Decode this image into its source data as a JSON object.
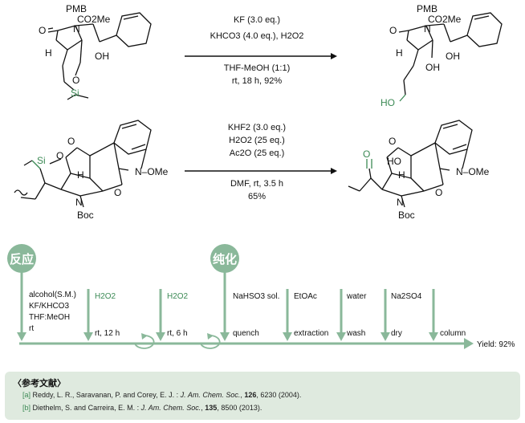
{
  "reaction1": {
    "conditions": [
      "KF (3.0 eq.)",
      "KHCO3 (4.0 eq.), H2O2",
      "THF-MeOH (1:1)",
      "rt, 18 h, 92%"
    ],
    "sm_labels": {
      "pmb": "PMB",
      "ester": "CO2Me",
      "h": "H",
      "oh": "OH",
      "si": "Si",
      "o": "O"
    },
    "product_labels": {
      "pmb": "PMB",
      "ester": "CO2Me",
      "h": "H",
      "oh": "OH",
      "oh2": "OH",
      "ho": "HO"
    }
  },
  "reaction2": {
    "conditions": [
      "KHF2 (3.0 eq.)",
      "H2O2 (25 eq.)",
      "Ac2O (25 eq.)",
      "DMF, rt, 3.5 h",
      "65%"
    ],
    "sm_labels": {
      "si": "Si",
      "o": "O",
      "h": "H",
      "n": "N",
      "boc": "Boc",
      "nome": "N–OMe"
    },
    "product_labels": {
      "oh": "HO",
      "o": "O",
      "h": "H",
      "n": "N",
      "boc": "Boc",
      "nome": "N–OMe"
    }
  },
  "workflow": {
    "phase1": "反应",
    "phase2": "纯化",
    "step1_label": "alcohol(S.M.)",
    "step1_reagent": "KF/KHCO3",
    "step1_solvent": "THF:MeOH",
    "step1_time": "rt",
    "step2_reagent": "H2O2",
    "step2_time": "rt, 12 h",
    "step3_reagent": "H2O2",
    "step3_time": "rt, 6 h",
    "step4_top": "NaHSO3 sol.",
    "step4_bottom": "quench",
    "step5_top": "EtOAc",
    "step5_bottom": "extraction",
    "step6_top": "water",
    "step6_bottom": "wash",
    "step7_top": "Na2SO4",
    "step7_bottom": "dry",
    "step8_bottom": "column",
    "yield": "Yield: 92%",
    "color": "#8ab89a"
  },
  "references": {
    "title": "〈参考文献〉",
    "items": [
      {
        "tag": "[a]",
        "authors": "Reddy, L. R., Saravanan, P. and Corey, E. J. :",
        "journal": "J. Am. Chem. Soc.",
        "volume": "126",
        "rest": ", 6230 (2004)."
      },
      {
        "tag": "[b]",
        "authors": "Diethelm, S. and Carreira, E. M. :",
        "journal": "J. Am. Chem. Soc.",
        "volume": "135",
        "rest": ", 8500 (2013)."
      }
    ]
  }
}
